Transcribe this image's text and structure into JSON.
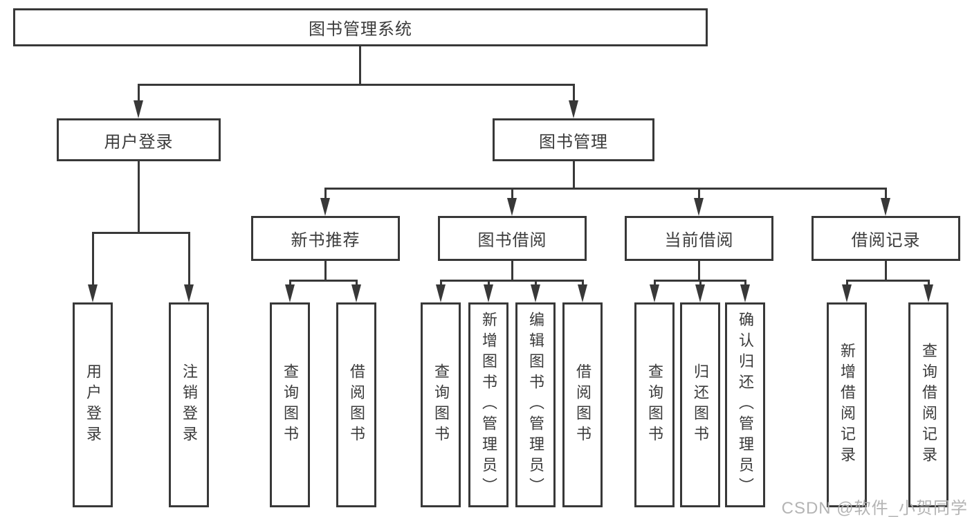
{
  "diagram": {
    "root": {
      "label": "图书管理系统"
    },
    "level2": [
      {
        "label": "用户登录"
      },
      {
        "label": "图书管理"
      }
    ],
    "level3": [
      {
        "label": "新书推荐"
      },
      {
        "label": "图书借阅"
      },
      {
        "label": "当前借阅"
      },
      {
        "label": "借阅记录"
      }
    ],
    "leaves": {
      "user_login": [
        "用户登录",
        "注销登录"
      ],
      "new_book": [
        "查询图书",
        "借阅图书"
      ],
      "book_borrow": [
        "查询图书",
        "新增图书（管理员）",
        "编辑图书（管理员）",
        "借阅图书"
      ],
      "current_borrow": [
        "查询图书",
        "归还图书",
        "确认归还（管理员）"
      ],
      "borrow_record": [
        "新增借阅记录",
        "查询借阅记录"
      ]
    }
  },
  "watermark": {
    "text": "CSDN @软件_小贺同学"
  },
  "colors": {
    "line": "#383838",
    "text": "#3b3b3b",
    "background": "#ffffff",
    "watermark": "#b0b0b0"
  }
}
